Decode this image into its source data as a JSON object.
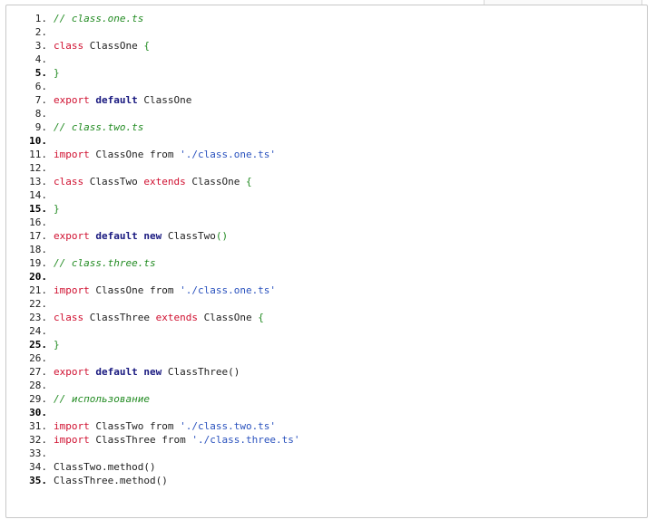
{
  "code_lines": [
    {
      "n": "1.",
      "bold": false,
      "tokens": [
        {
          "t": "// class.one.ts",
          "c": "comment"
        }
      ]
    },
    {
      "n": "2.",
      "bold": false,
      "tokens": []
    },
    {
      "n": "3.",
      "bold": false,
      "tokens": [
        {
          "t": "class",
          "c": "kw"
        },
        {
          "t": " ClassOne ",
          "c": ""
        },
        {
          "t": "{",
          "c": "punct"
        }
      ]
    },
    {
      "n": "4.",
      "bold": false,
      "tokens": []
    },
    {
      "n": "5.",
      "bold": true,
      "tokens": [
        {
          "t": "}",
          "c": "punct"
        }
      ]
    },
    {
      "n": "6.",
      "bold": false,
      "tokens": []
    },
    {
      "n": "7.",
      "bold": false,
      "tokens": [
        {
          "t": "export",
          "c": "kw"
        },
        {
          "t": " ",
          "c": ""
        },
        {
          "t": "default",
          "c": "kw2"
        },
        {
          "t": " ClassOne",
          "c": ""
        }
      ]
    },
    {
      "n": "8.",
      "bold": false,
      "tokens": []
    },
    {
      "n": "9.",
      "bold": false,
      "tokens": [
        {
          "t": "// class.two.ts",
          "c": "comment"
        }
      ]
    },
    {
      "n": "10.",
      "bold": true,
      "tokens": []
    },
    {
      "n": "11.",
      "bold": false,
      "tokens": [
        {
          "t": "import",
          "c": "kw"
        },
        {
          "t": " ClassOne from ",
          "c": ""
        },
        {
          "t": "'./class.one.ts'",
          "c": "str"
        }
      ]
    },
    {
      "n": "12.",
      "bold": false,
      "tokens": []
    },
    {
      "n": "13.",
      "bold": false,
      "tokens": [
        {
          "t": "class",
          "c": "kw"
        },
        {
          "t": " ClassTwo ",
          "c": ""
        },
        {
          "t": "extends",
          "c": "kw"
        },
        {
          "t": " ClassOne ",
          "c": ""
        },
        {
          "t": "{",
          "c": "punct"
        }
      ]
    },
    {
      "n": "14.",
      "bold": false,
      "tokens": []
    },
    {
      "n": "15.",
      "bold": true,
      "tokens": [
        {
          "t": "}",
          "c": "punct"
        }
      ]
    },
    {
      "n": "16.",
      "bold": false,
      "tokens": []
    },
    {
      "n": "17.",
      "bold": false,
      "tokens": [
        {
          "t": "export",
          "c": "kw"
        },
        {
          "t": " ",
          "c": ""
        },
        {
          "t": "default",
          "c": "kw2"
        },
        {
          "t": " ",
          "c": ""
        },
        {
          "t": "new",
          "c": "kw2"
        },
        {
          "t": " ClassTwo",
          "c": ""
        },
        {
          "t": "()",
          "c": "punct"
        }
      ]
    },
    {
      "n": "18.",
      "bold": false,
      "tokens": []
    },
    {
      "n": "19.",
      "bold": false,
      "tokens": [
        {
          "t": "// class.three.ts",
          "c": "comment"
        }
      ]
    },
    {
      "n": "20.",
      "bold": true,
      "tokens": []
    },
    {
      "n": "21.",
      "bold": false,
      "tokens": [
        {
          "t": "import",
          "c": "kw"
        },
        {
          "t": " ClassOne from ",
          "c": ""
        },
        {
          "t": "'./class.one.ts'",
          "c": "str"
        }
      ]
    },
    {
      "n": "22.",
      "bold": false,
      "tokens": []
    },
    {
      "n": "23.",
      "bold": false,
      "tokens": [
        {
          "t": "class",
          "c": "kw"
        },
        {
          "t": " ClassThree ",
          "c": ""
        },
        {
          "t": "extends",
          "c": "kw"
        },
        {
          "t": " ClassOne ",
          "c": ""
        },
        {
          "t": "{",
          "c": "punct"
        }
      ]
    },
    {
      "n": "24.",
      "bold": false,
      "tokens": []
    },
    {
      "n": "25.",
      "bold": true,
      "tokens": [
        {
          "t": "}",
          "c": "punct"
        }
      ]
    },
    {
      "n": "26.",
      "bold": false,
      "tokens": []
    },
    {
      "n": "27.",
      "bold": false,
      "tokens": [
        {
          "t": "export",
          "c": "kw"
        },
        {
          "t": " ",
          "c": ""
        },
        {
          "t": "default",
          "c": "kw2"
        },
        {
          "t": " ",
          "c": ""
        },
        {
          "t": "new",
          "c": "kw2"
        },
        {
          "t": " ClassThree",
          "c": ""
        },
        {
          "t": "()",
          "c": ""
        }
      ]
    },
    {
      "n": "28.",
      "bold": false,
      "tokens": []
    },
    {
      "n": "29.",
      "bold": false,
      "tokens": [
        {
          "t": "// использование",
          "c": "comment"
        }
      ]
    },
    {
      "n": "30.",
      "bold": true,
      "tokens": []
    },
    {
      "n": "31.",
      "bold": false,
      "tokens": [
        {
          "t": "import",
          "c": "kw"
        },
        {
          "t": " ClassTwo from ",
          "c": ""
        },
        {
          "t": "'./class.two.ts'",
          "c": "str"
        }
      ]
    },
    {
      "n": "32.",
      "bold": false,
      "tokens": [
        {
          "t": "import",
          "c": "kw"
        },
        {
          "t": " ClassThree from ",
          "c": ""
        },
        {
          "t": "'./class.three.ts'",
          "c": "str"
        }
      ]
    },
    {
      "n": "33.",
      "bold": false,
      "tokens": []
    },
    {
      "n": "34.",
      "bold": false,
      "tokens": [
        {
          "t": "ClassTwo.method()",
          "c": ""
        }
      ]
    },
    {
      "n": "35.",
      "bold": true,
      "tokens": [
        {
          "t": "ClassThree.method()",
          "c": ""
        }
      ]
    }
  ]
}
